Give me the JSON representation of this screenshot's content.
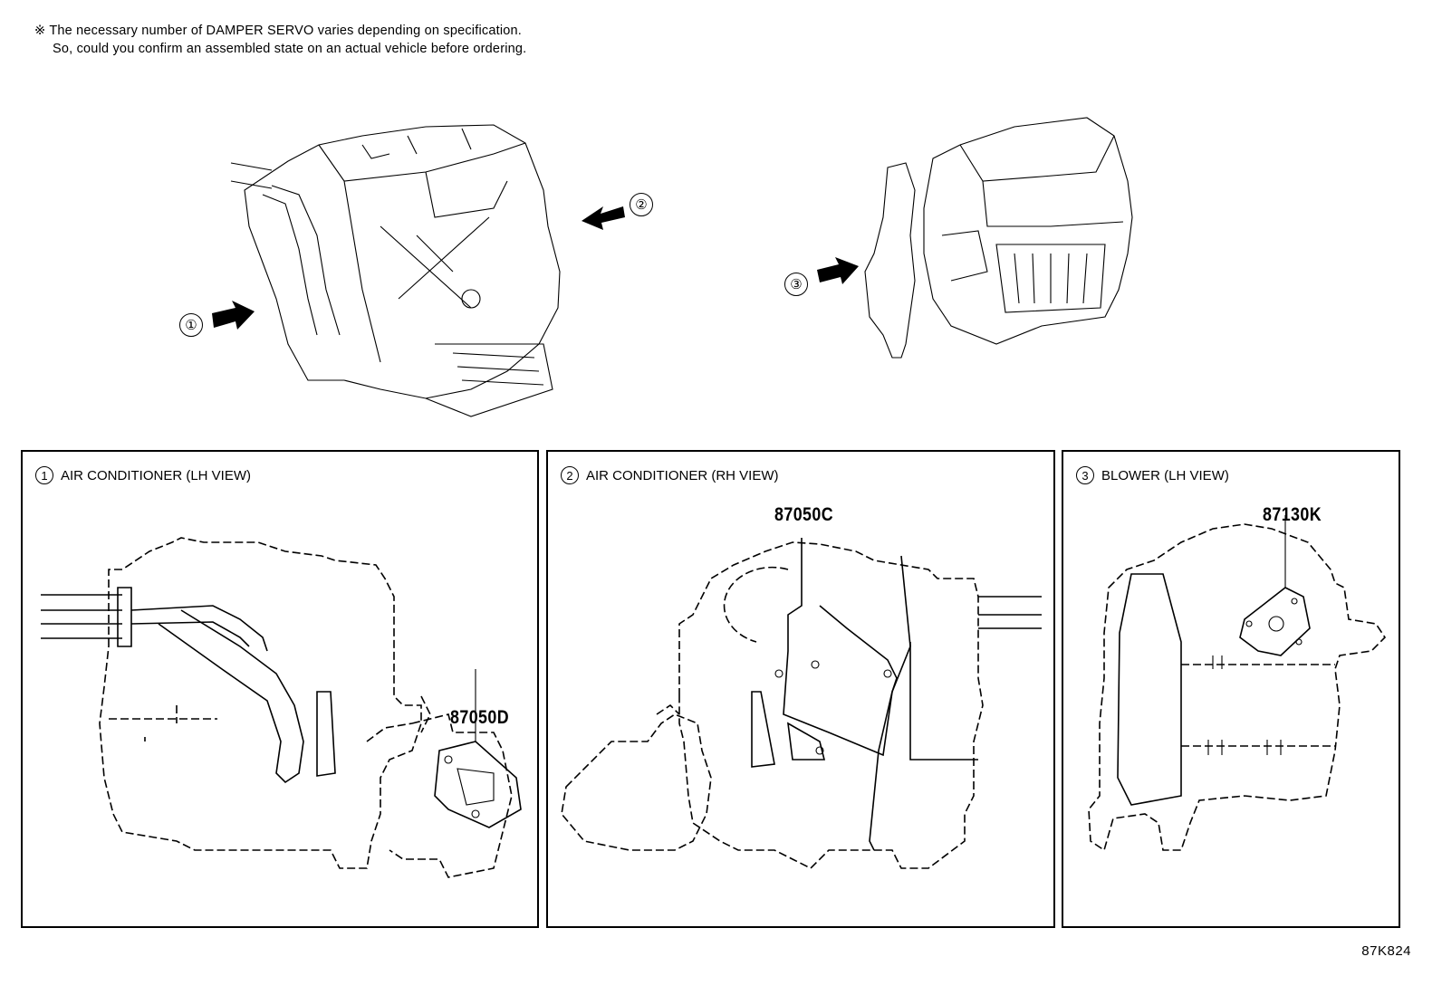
{
  "note": {
    "line1": "※ The necessary number of DAMPER SERVO varies depending on specification.",
    "line2": "So, could you confirm an assembled state on an actual vehicle before ordering."
  },
  "callouts": [
    "①",
    "②",
    "③"
  ],
  "panels": [
    {
      "marker": "1",
      "title": "AIR CONDITIONER (LH VIEW)",
      "part": "87050D"
    },
    {
      "marker": "2",
      "title": "AIR CONDITIONER (RH VIEW)",
      "part": "87050C"
    },
    {
      "marker": "3",
      "title": "BLOWER (LH VIEW)",
      "part": "87130K"
    }
  ],
  "diagram_code": "87K824"
}
